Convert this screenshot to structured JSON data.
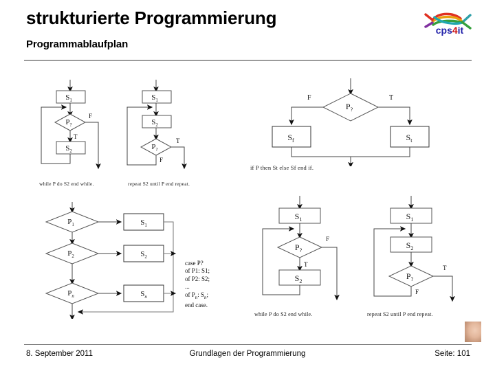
{
  "header": {
    "title": "strukturierte Programmierung",
    "subtitle": "Programmablaufplan",
    "logo": {
      "name": "cps4it-fish-logo",
      "text_part1": "cps",
      "text_part2": "4",
      "text_part3": "it",
      "colors": [
        "#e03020",
        "#e8a010",
        "#30a040",
        "#20a0a8",
        "#2050c0",
        "#8030a0"
      ]
    }
  },
  "footer": {
    "date": "8. September 2011",
    "center": "Grundlagen der Programmierung",
    "page": "Seite: 101"
  },
  "figures": {
    "while_small": {
      "caption": "while P do S2 end while.",
      "nodes": {
        "s1": "S",
        "s1sub": "1",
        "p": "P",
        "psub": "?",
        "s2": "S",
        "s2sub": "2"
      },
      "labels": {
        "false": "F",
        "true": "T"
      }
    },
    "repeat_small": {
      "caption": "repeat S2 until P end repeat.",
      "nodes": {
        "s1": "S",
        "s1sub": "1",
        "s2": "S",
        "s2sub": "2",
        "p": "P",
        "psub": "?"
      },
      "labels": {
        "false": "F",
        "true": "T"
      }
    },
    "ifthenelse": {
      "caption": "if P then St else Sf end if.",
      "nodes": {
        "p": "P",
        "psub": "?",
        "sf": "S",
        "sfsub": "f",
        "st": "S",
        "stsub": "t"
      },
      "labels": {
        "false": "F",
        "true": "T"
      }
    },
    "case": {
      "nodes": {
        "p1": "P",
        "p1sub": "1",
        "p2": "P",
        "p2sub": "2",
        "pn": "P",
        "pnsub": "n",
        "s1": "S",
        "s1sub": "1",
        "s2": "S",
        "s2sub": "2",
        "sn": "S",
        "snsub": "n"
      },
      "code": {
        "line1": "case P?",
        "line2": "of P1: S1;",
        "line3": "of P2: S2;",
        "line4": "...",
        "line5_a": "of P",
        "line5_sub1": "n",
        "line5_b": ": S",
        "line5_sub2": "n",
        "line5_c": ";",
        "line6": "end case."
      }
    },
    "while_big": {
      "caption": "while P do S2 end while.",
      "nodes": {
        "s1": "S",
        "s1sub": "1",
        "p": "P",
        "psub": "?",
        "s2": "S",
        "s2sub": "2"
      },
      "labels": {
        "false": "F",
        "true": "T"
      }
    },
    "repeat_big": {
      "caption": "repeat S2 until P end repeat.",
      "nodes": {
        "s1": "S",
        "s1sub": "1",
        "s2": "S",
        "s2sub": "2",
        "p": "P",
        "psub": "?"
      },
      "labels": {
        "false": "F",
        "true": "T"
      }
    }
  },
  "colors": {
    "line": "#3a3a3a",
    "rule": "#9b9b9b",
    "text": "#000000"
  }
}
